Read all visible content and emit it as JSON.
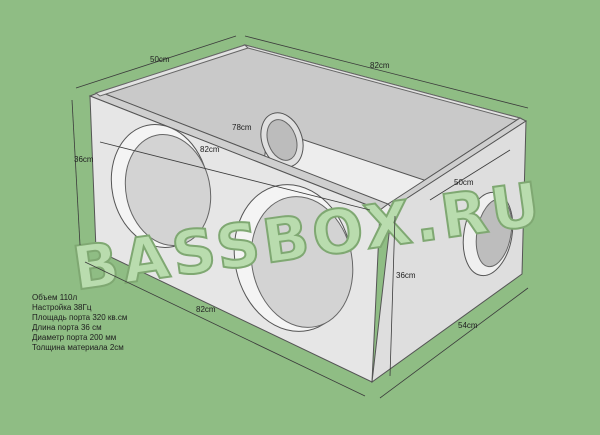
{
  "watermark": "BASSBOX.RU",
  "dimensions": {
    "top_depth": "50cm",
    "top_length": "82cm",
    "inner_port_length": "78cm",
    "front_top_length": "82cm",
    "front_height": "36cm",
    "side_top_depth": "50cm",
    "side_height": "36cm",
    "bottom_length": "82cm",
    "bottom_depth": "54cm"
  },
  "specs": [
    "Объем 110л",
    "Настройка 38Гц",
    "Площадь порта 320 кв.см",
    "Длина порта 36 см",
    "Диаметр порта 200 мм",
    "Толщина материала 2см"
  ],
  "colors": {
    "background": "#8fbd84",
    "panel": "#e6e6e6",
    "panel_shade": "#cfcfcf",
    "edge": "#555555"
  }
}
